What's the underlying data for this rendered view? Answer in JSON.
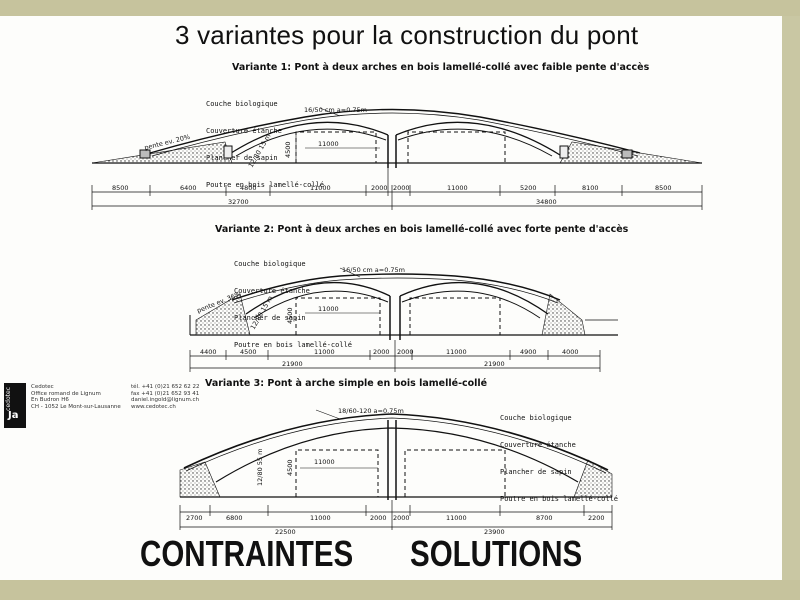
{
  "title": "3 variantes pour la construction du pont",
  "variants": [
    {
      "title": "Variante 1: Pont à deux arches en bois lamellé-collé avec faible pente d'accès",
      "layers": [
        "Couche biologique",
        "Couverture étanche",
        "Plancher de sapin",
        "Poutre en bois lamellé-collé"
      ],
      "section_label": "16/50 cm a=0.75m",
      "slope_label": "pente ev. 20%",
      "height_label": "4500",
      "span_label": "11000",
      "spacing_label": "12/80 15 m",
      "dims": [
        "8500",
        "6400",
        "4800",
        "11000",
        "2000",
        "2000",
        "11000",
        "5200",
        "8100",
        "8500"
      ],
      "totals": [
        "32700",
        "34800"
      ]
    },
    {
      "title": "Variante 2:  Pont à deux arches en bois lamellé-collé avec forte pente d'accès",
      "layers": [
        "Couche biologique",
        "Couverture étanche",
        "Plancher de sapin",
        "Poutre en bois lamellé-collé"
      ],
      "section_label": "16/50 cm a=0.75m",
      "slope_label": "pente ev. 36%",
      "height_label": "4500",
      "span_label": "11000",
      "spacing_label": "12/80 15 m",
      "dims": [
        "4400",
        "4500",
        "11000",
        "2000",
        "2000",
        "11000",
        "4900",
        "4000"
      ],
      "totals": [
        "21900",
        "21900"
      ]
    },
    {
      "title": "Variante 3: Pont à arche simple en bois lamellé-collé",
      "layers": [
        "Couche biologique",
        "Couverture étanche",
        "Plancher de sapin",
        "Poutre en bois lamellé-collé"
      ],
      "section_label": "18/60-120 a=0.75m",
      "height_label": "4500",
      "span_label": "11000",
      "spacing_label": "12/80 55 m",
      "dims": [
        "2700",
        "6800",
        "11000",
        "2000",
        "2000",
        "11000",
        "8700",
        "2200"
      ],
      "totals": [
        "22500",
        "23900"
      ]
    }
  ],
  "logo": {
    "vertical": "cedotec",
    "mark": "Ja"
  },
  "address": {
    "left": [
      "Cedotec",
      "Office romand de Lignum",
      "En Budron H6",
      "CH - 1052 Le Mont-sur-Lausanne"
    ],
    "right": [
      "tél. +41 (0)21 652 62 22",
      "fax +41 (0)21 652 93 41",
      "daniel.ingold@lignum.ch",
      "www.cedotec.ch"
    ]
  },
  "footer": {
    "left": "CONTRAINTES",
    "right": "SOLUTIONS"
  },
  "colors": {
    "frame": "#c6c39d",
    "paper": "#fdfdfb",
    "ink": "#111111"
  }
}
